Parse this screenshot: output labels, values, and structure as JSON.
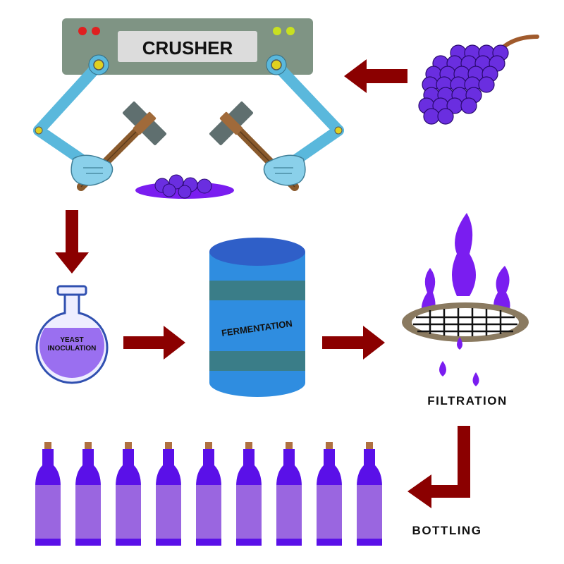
{
  "crusher": {
    "label": "CRUSHER",
    "lights_left_color": "#e02020",
    "lights_right_color": "#c8e020",
    "panel_color": "#7f9484",
    "label_bg": "#dcdcdc"
  },
  "grapes": {
    "color": "#6a2ee0",
    "stem_color": "#a05a2c"
  },
  "flask": {
    "label_line1": "YEAST",
    "label_line2": "INOCULATION",
    "liquid_color": "#9a6ff0"
  },
  "barrel": {
    "label": "FERMENTATION",
    "top_color": "#2f5fc8",
    "body_color": "#2f8de0",
    "band_color": "#3a7d88"
  },
  "filtration": {
    "label": "FILTRATION",
    "liquid_color": "#7a1df0",
    "rim_color": "#8a7a60"
  },
  "bottling": {
    "label": "BOTTLING",
    "bottle_count": 9,
    "bottle_neck_color": "#5a10e8",
    "bottle_body_color": "#9a66e0",
    "cork_color": "#b07040"
  },
  "arrow_color": "#8b0000",
  "hammer": {
    "head_color": "#5f6f6f",
    "handle_color": "#8a5a2c"
  },
  "arm_color": "#5ab8dc",
  "hand_color": "#8ad0ea"
}
